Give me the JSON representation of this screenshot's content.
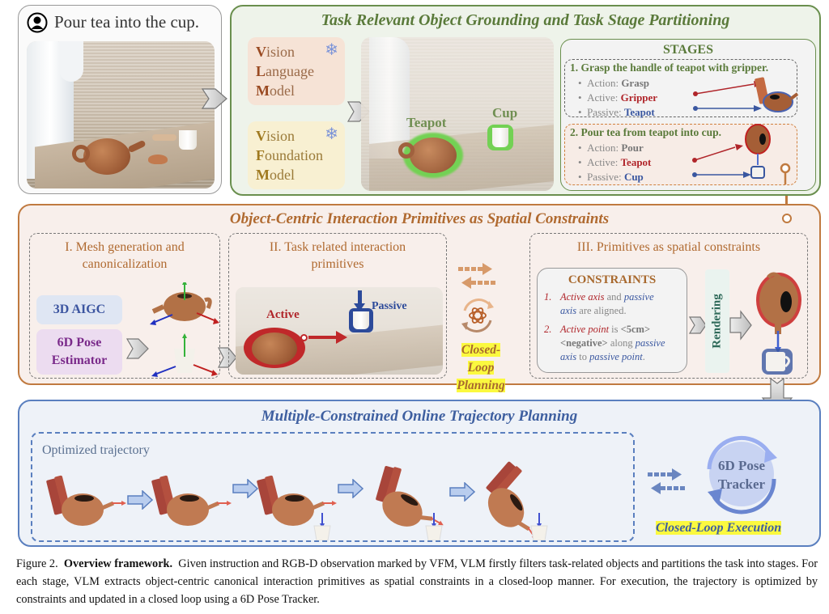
{
  "instruction_panel": {
    "icon": "user-icon",
    "instruction": "Pour tea into the cup."
  },
  "grounding_panel": {
    "title": "Task Relevant Object Grounding and Task Stage Partitioning",
    "vlm": {
      "l1_cap": "V",
      "l1": "ision",
      "l2_cap": "L",
      "l2": "anguage",
      "l3_cap": "M",
      "l3": "odel",
      "icon": "snowflake-icon"
    },
    "vfm": {
      "l1_cap": "V",
      "l1": "ision",
      "l2_cap": "F",
      "l2": "oundation",
      "l3_cap": "M",
      "l3": "odel",
      "icon": "snowflake-icon"
    },
    "labels": {
      "teapot": "Teapot",
      "cup": "Cup"
    },
    "colors": {
      "border": "#6a8f4e",
      "bg": "#eef3ea",
      "title": "#5a7a3a",
      "vlm_bg": "#f6e3d6",
      "vfm_bg": "#f8f0d2"
    }
  },
  "stages": {
    "title": "STAGES",
    "items": [
      {
        "heading": "1. Grasp the handle of teapot with gripper.",
        "action_label": "Action: ",
        "action": "Grasp",
        "active_label": "Active: ",
        "active": "Gripper",
        "passive_label": "Passive: ",
        "passive": "Teapot"
      },
      {
        "heading": "2. Pour tea from teapot into cup.",
        "action_label": "Action: ",
        "action": "Pour",
        "active_label": "Active: ",
        "active": "Teapot",
        "passive_label": "Passive: ",
        "passive": "Cup"
      }
    ],
    "colors": {
      "active": "#b0252a",
      "passive": "#3a57a0",
      "heading": "#5a7a3a"
    }
  },
  "primitives_panel": {
    "title": "Object-Centric Interaction Primitives as Spatial Constraints",
    "step1": {
      "title_line1": "I. Mesh generation and",
      "title_line2": "canonicalization",
      "aigc": "3D AIGC",
      "pose1": "6D Pose",
      "pose2": "Estimator"
    },
    "step2": {
      "title_line1": "II. Task related interaction",
      "title_line2": "primitives",
      "active": "Active",
      "passive": "Passive"
    },
    "planning": {
      "line1": "Closed-Loop",
      "line2": "Planning",
      "icon": "openai-logo-icon"
    },
    "step3": {
      "title": "III. Primitives as spatial constraints",
      "constraints_title": "CONSTRAINTS",
      "c1_num": "1.",
      "c1_a": "Active axis",
      "c1_b": " and ",
      "c1_c": "passive",
      "c1_d": "axis",
      "c1_e": " are aligned.",
      "c2_num": "2.",
      "c2_a": "Active point",
      "c2_b": " is ",
      "c2_c": "<5cm>",
      "c2_d": "<negative>",
      "c2_e": " along ",
      "c2_f": "passive",
      "c2_g": "axis",
      "c2_h": " to ",
      "c2_i": "passive point",
      "c2_j": ".",
      "rendering": "Rendering"
    },
    "colors": {
      "border": "#c07a40",
      "bg": "#f8efeb",
      "title": "#b06a30"
    }
  },
  "trajectory_panel": {
    "title": "Multiple-Constrained Online Trajectory Planning",
    "optimized_label": "Optimized trajectory",
    "tracker_line1": "6D Pose",
    "tracker_line2": "Tracker",
    "execution": "Closed-Loop Execution",
    "colors": {
      "border": "#5a7fbf",
      "bg": "#eef2f8",
      "title": "#3e5fa0"
    }
  },
  "caption": {
    "prefix": "Figure 2.",
    "bold": "Overview framework.",
    "text": "Given instruction and RGB-D observation marked by VFM, VLM firstly filters task-related objects and partitions the task into stages. For each stage, VLM extracts object-centric canonical interaction primitives as spatial constraints in a closed-loop manner. For execution, the trajectory is optimized by constraints and updated in a closed loop using a 6D Pose Tracker."
  }
}
